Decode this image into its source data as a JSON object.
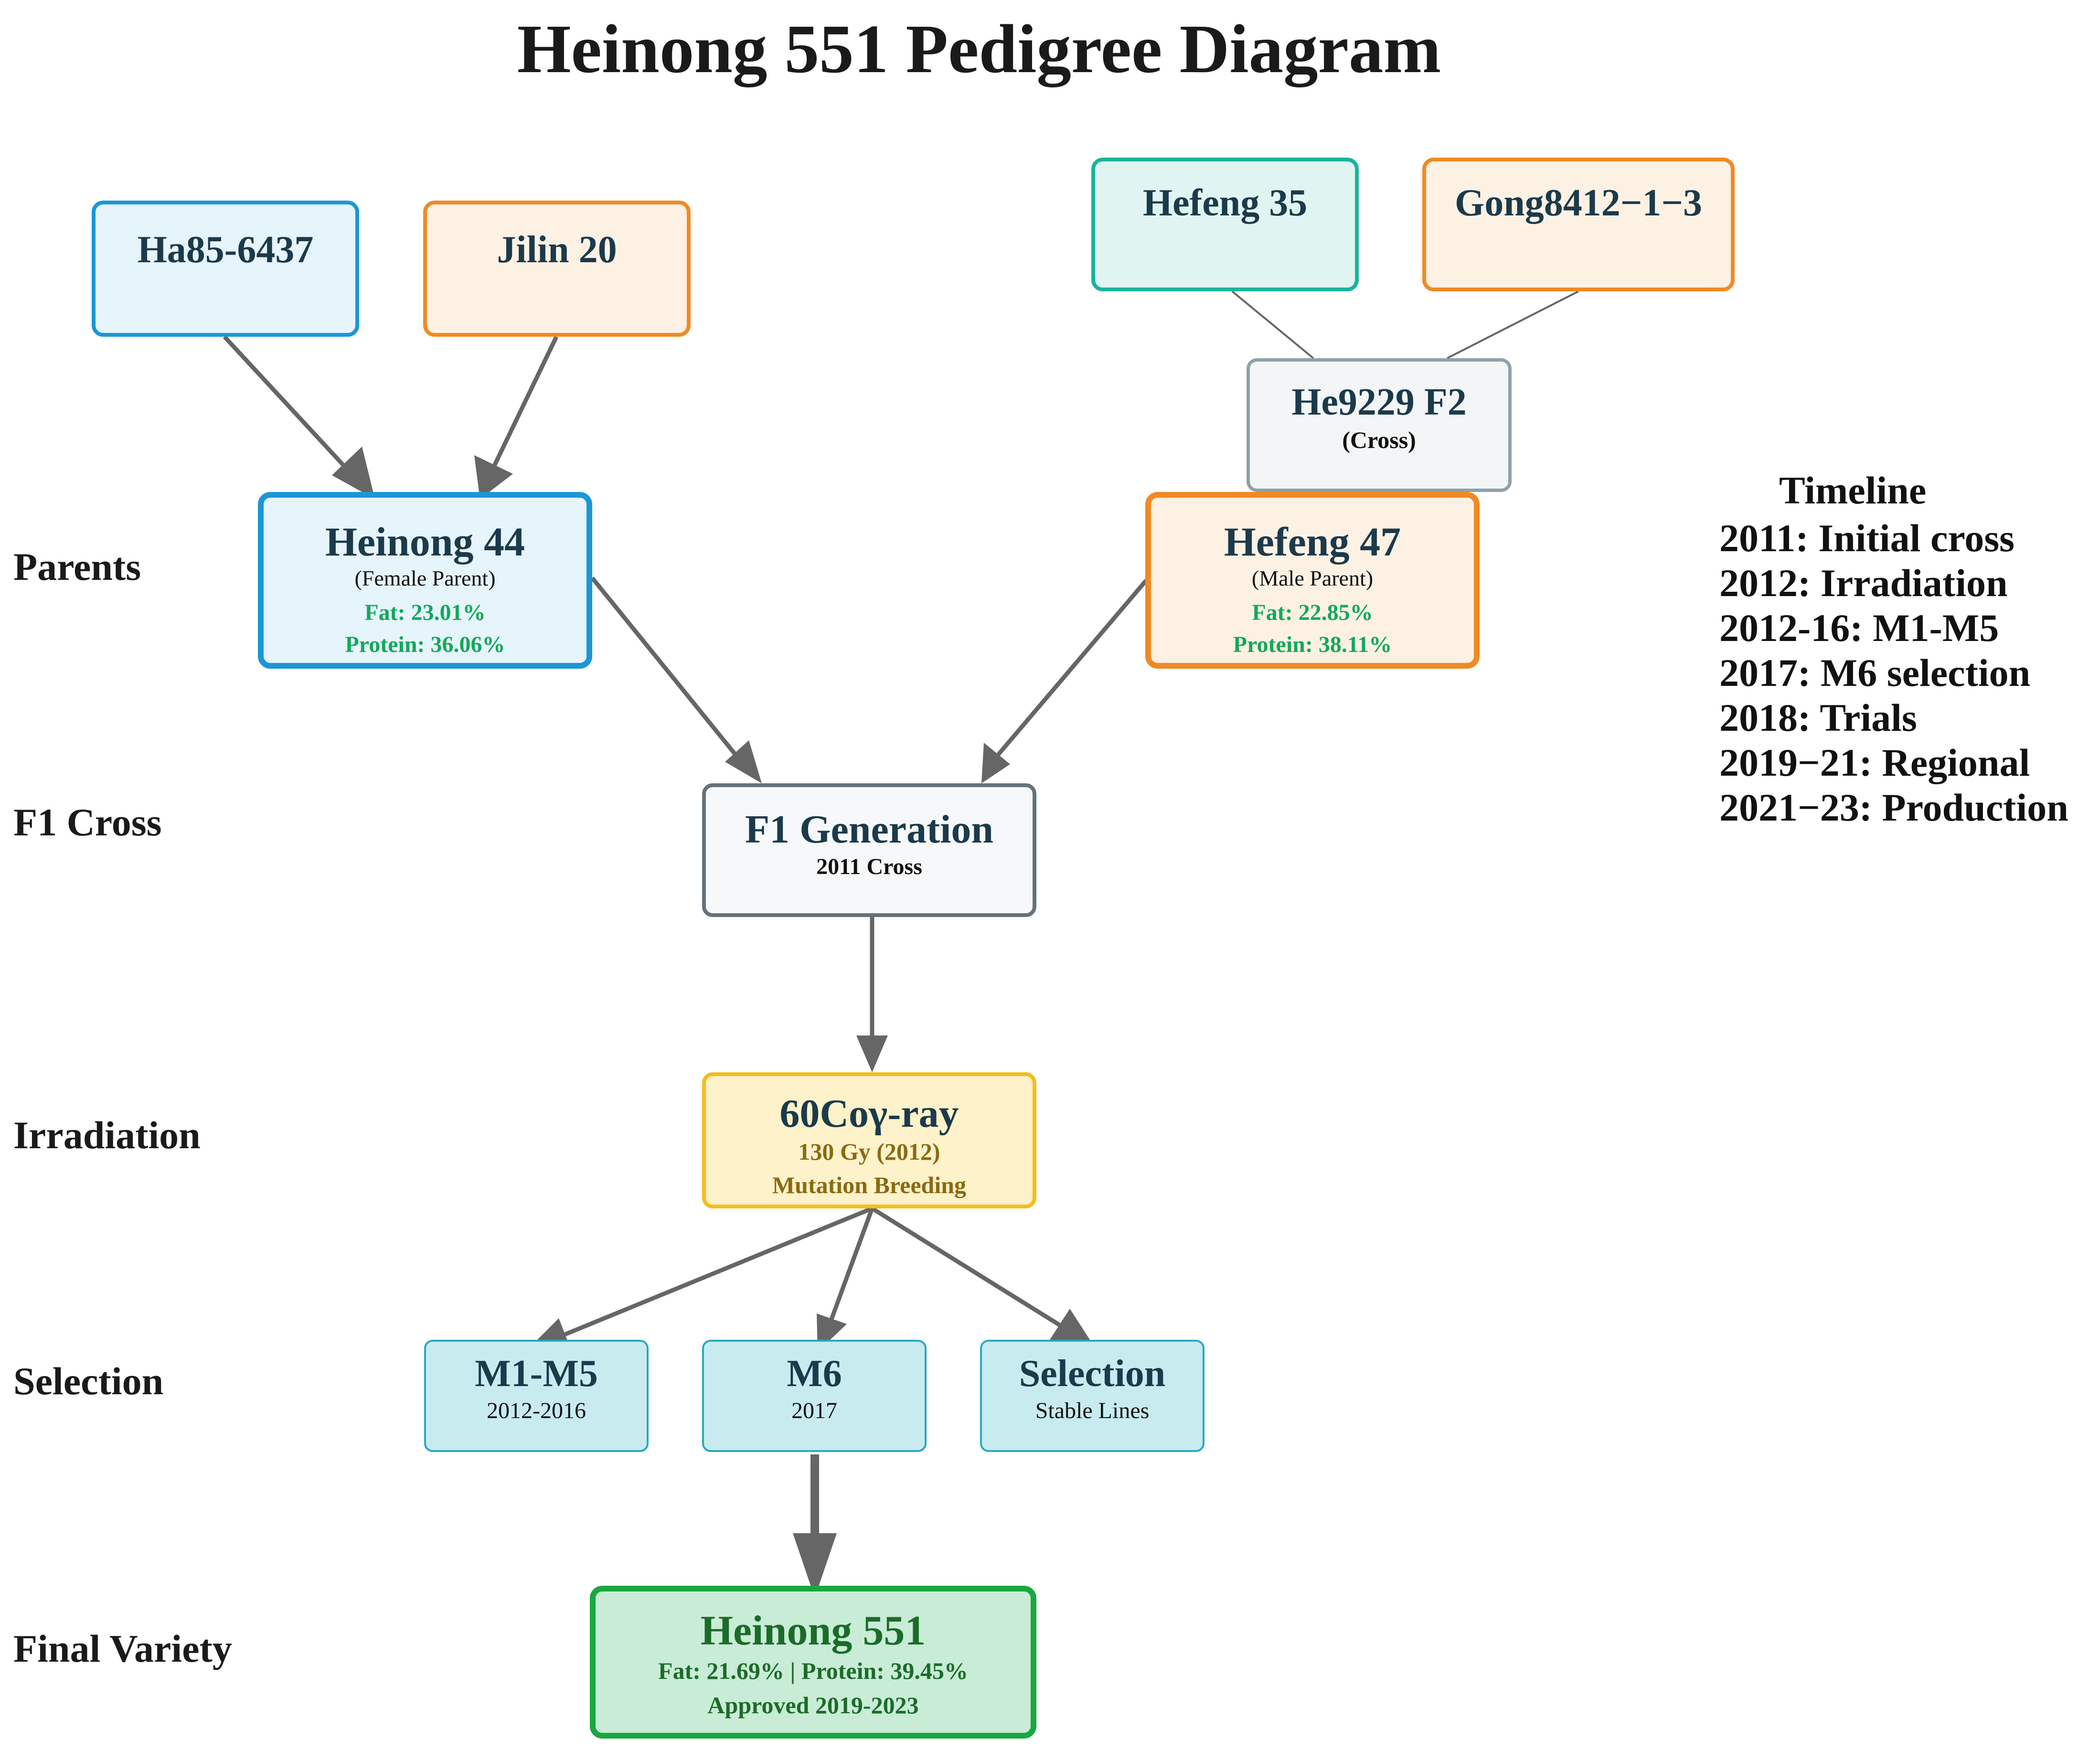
{
  "title": "Heinong 551 Pedigree Diagram",
  "row_labels": [
    "Parents",
    "F1 Cross",
    "Irradiation",
    "Selection",
    "Final Variety"
  ],
  "nodes": {
    "ha85": {
      "name": "Ha85-6437"
    },
    "jilin20": {
      "name": "Jilin 20"
    },
    "hefeng35": {
      "name": "Hefeng 35"
    },
    "gong8412": {
      "name": "Gong8412−1−3"
    },
    "he9229": {
      "name": "He9229 F2",
      "note": "(Cross)"
    },
    "heinong44": {
      "name": "Heinong 44",
      "role": "(Female Parent)",
      "fat": "Fat: 23.01%",
      "protein": "Protein: 36.06%"
    },
    "hefeng47": {
      "name": "Hefeng 47",
      "role": "(Male Parent)",
      "fat": "Fat: 22.85%",
      "protein": "Protein: 38.11%"
    },
    "f1": {
      "name": "F1 Generation",
      "note": "2011 Cross"
    },
    "gamma": {
      "name": "60Coγ-ray",
      "dose": "130 Gy (2012)",
      "method": "Mutation Breeding"
    },
    "m1m5": {
      "name": "M1-M5",
      "note": "2012-2016"
    },
    "m6": {
      "name": "M6",
      "note": "2017"
    },
    "selection": {
      "name": "Selection",
      "note": "Stable Lines"
    },
    "heinong551": {
      "name": "Heinong 551",
      "traits": "Fat: 21.69% | Protein: 39.45%",
      "approved": "Approved 2019-2023"
    }
  },
  "timeline": {
    "heading": "Timeline",
    "items": [
      "2011: Initial cross",
      "2012: Irradiation",
      "2012-16: M1-M5",
      "2017: M6 selection",
      "2018: Trials",
      "2019−21: Regional",
      "2021−23: Production"
    ]
  }
}
